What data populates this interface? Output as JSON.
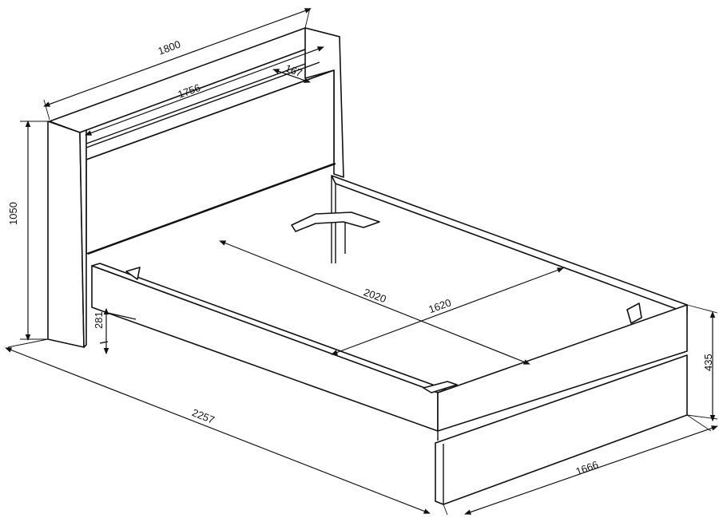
{
  "dimensions": {
    "headboard_width": "1800",
    "headboard_inner_width": "1756",
    "headboard_depth": "167",
    "headboard_height": "1050",
    "mattress_length": "2020",
    "mattress_width": "1620",
    "frame_clearance": "281",
    "overall_length": "2257",
    "frame_height": "435",
    "overall_width": "1666"
  }
}
